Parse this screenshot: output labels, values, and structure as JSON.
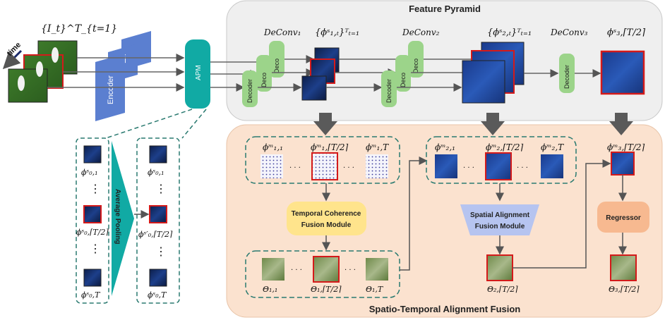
{
  "input": {
    "label": "{I_t}^T_{t=1}",
    "time_label": "time"
  },
  "encoder": {
    "label": "Encoder",
    "stack_partial": "En"
  },
  "apm": {
    "label": "APM"
  },
  "feature_pyramid": {
    "title": "Feature Pyramid",
    "deconv1": "DeConv₁",
    "deconv2": "DeConv₂",
    "deconv3": "DeConv₃",
    "phi1": "{ϕˢ₁,ₜ}ᵀₜ₌₁",
    "phi2": "{ϕˢ₂,ₜ}ᵀₜ₌₁",
    "phi3": "ϕˢ₃,⌈T/2⌉",
    "decoder": "Decoder",
    "decoder_partial": "Deco"
  },
  "apm_detail": {
    "left": [
      "ϕˢ₀,₁",
      "ϕˢ₀,⌈T/2⌉",
      "ϕˢ₀,T"
    ],
    "pooling": "Average Pooling",
    "right": [
      "ϕˢ₀,₁",
      "ϕˢ′₀,⌈T/2⌉",
      "ϕˢ₀,T"
    ]
  },
  "staf": {
    "title": "Spatio-Temporal Alignment Fusion",
    "phi1m": [
      "ϕᵐ₁,₁",
      "ϕᵐ₁,⌈T/2⌉",
      "ϕᵐ₁,T"
    ],
    "phi2m": [
      "ϕᵐ₂,₁",
      "ϕᵐ₂,⌈T/2⌉",
      "ϕᵐ₂,T"
    ],
    "phi3m": "ϕᵐ₃,⌈T/2⌉",
    "tcfm": [
      "Temporal Coherence",
      "Fusion Module"
    ],
    "safm": [
      "Spatial Alignment",
      "Fusion Module"
    ],
    "regressor": "Regressor",
    "theta1": [
      "Θ₁,₁",
      "Θ₁,⌈T/2⌉",
      "Θ₁,T"
    ],
    "theta2": "Θ₂,⌈T/2⌉",
    "theta3": "Θ₃,⌈T/2⌉",
    "dots": "· · ·",
    "vdots": "⋮"
  },
  "colors": {
    "encoder_blue": "#5b7fd0",
    "apm_teal": "#11aaa4",
    "decoder_green": "#9cd48a",
    "tcfm_yellow": "#ffe48c",
    "safm_lavender": "#b6c4f0",
    "regressor_orange": "#f7b990",
    "staf_bg": "#fbe2cf",
    "pyramid_bg": "#efefef",
    "highlight_red": "#d41a1a",
    "dashed_teal": "#2a7a70"
  }
}
